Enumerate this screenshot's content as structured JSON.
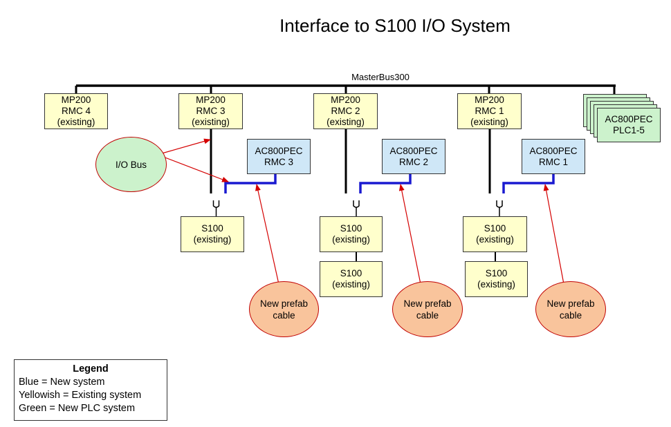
{
  "title": "Interface to S100 I/O System",
  "bus_label": "MasterBus300",
  "mp200": [
    {
      "line1": "MP200",
      "line2": "RMC 4",
      "line3": "(existing)"
    },
    {
      "line1": "MP200",
      "line2": "RMC 3",
      "line3": "(existing)"
    },
    {
      "line1": "MP200",
      "line2": "RMC 2",
      "line3": "(existing)"
    },
    {
      "line1": "MP200",
      "line2": "RMC 1",
      "line3": "(existing)"
    }
  ],
  "plc": {
    "line1": "AC800PEC",
    "line2": "PLC1-5"
  },
  "ac800": [
    {
      "line1": "AC800PEC",
      "line2": "RMC 3"
    },
    {
      "line1": "AC800PEC",
      "line2": "RMC 2"
    },
    {
      "line1": "AC800PEC",
      "line2": "RMC 1"
    }
  ],
  "s100": {
    "line1": "S100",
    "line2": "(existing)"
  },
  "io_bus": "I/O Bus",
  "prefab": {
    "line1": "New prefab",
    "line2": "cable"
  },
  "legend": {
    "title": "Legend",
    "items": [
      "Blue = New system",
      "Yellowish = Existing system",
      "Green = New PLC system"
    ]
  },
  "colors": {
    "existing": "#ffffcc",
    "new_system": "#cfe7f7",
    "plc": "#ccf2cc",
    "cable": "#f9c49c",
    "blue_bus": "#1a1ad0",
    "arrow": "#d40000"
  }
}
